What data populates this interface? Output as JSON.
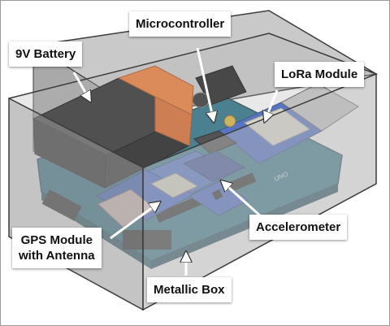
{
  "labels": {
    "battery": "9V Battery",
    "microcontroller": "Microcontroller",
    "lora": "LoRa Module",
    "gps_line1": "GPS Module",
    "gps_line2": "with Antenna",
    "accelerometer": "Accelerometer",
    "box": "Metallic Box"
  },
  "board_marking": "UNO",
  "colors": {
    "box_fill": "#b3b3b3",
    "box_edge": "#3c3c3c",
    "board": "#1f6b82",
    "battery_body": "#0d0d0d",
    "battery_cap": "#ec7a33",
    "module_blue": "#2e59c4",
    "header_pins": "#141414",
    "label_bg": "#ffffff",
    "arrow": "#ffffff"
  }
}
